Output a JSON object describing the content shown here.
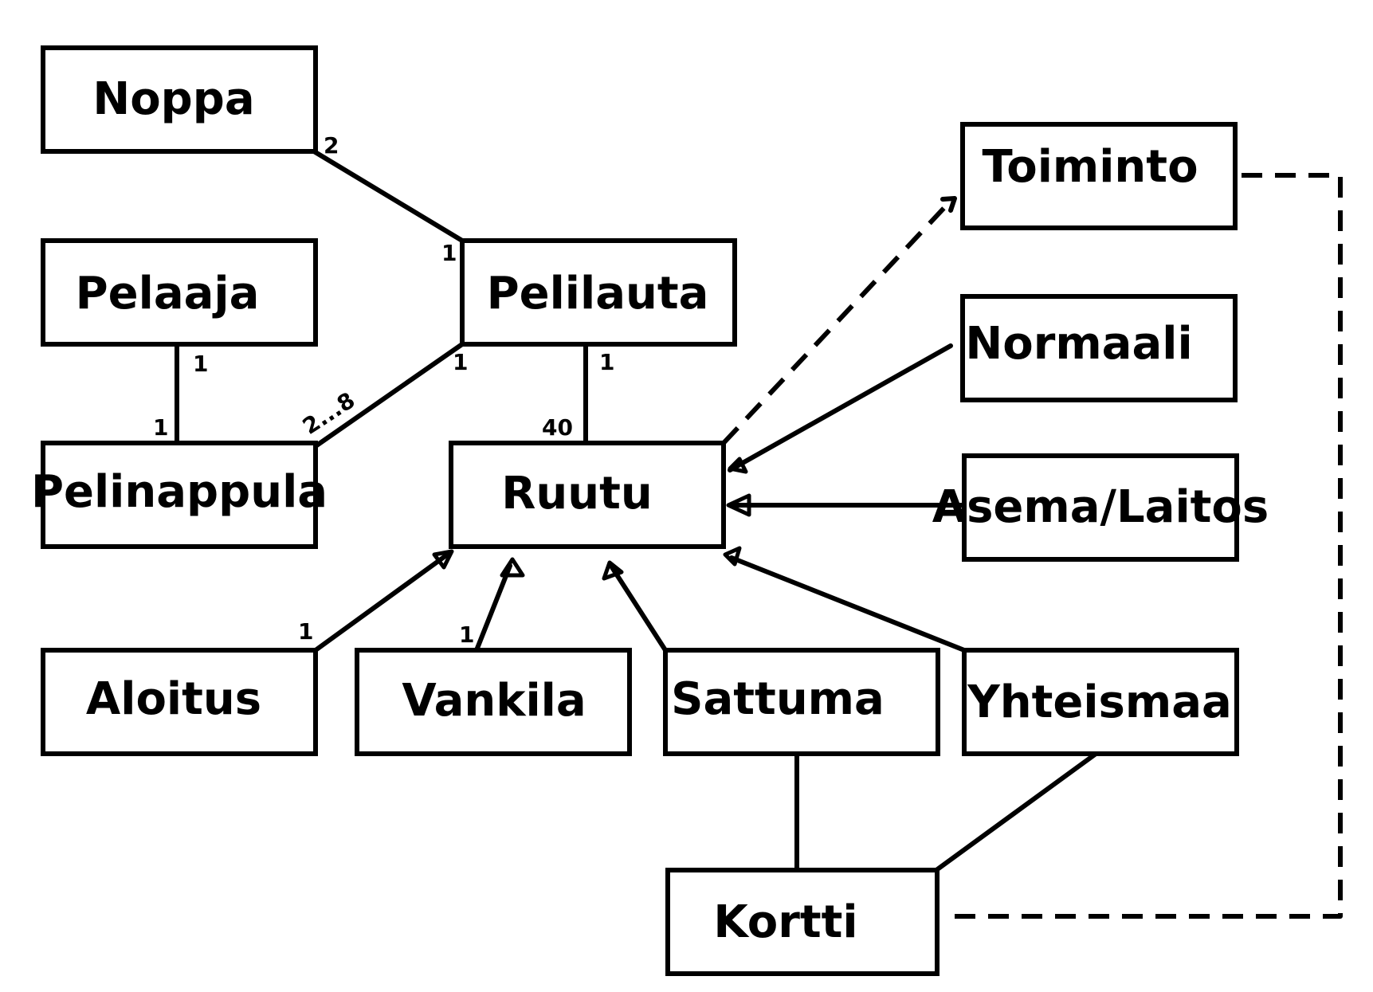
{
  "diagram": {
    "classes": {
      "noppa": "Noppa",
      "pelaaja": "Pelaaja",
      "pelilauta": "Pelilauta",
      "pelinappula": "Pelinappula",
      "ruutu": "Ruutu",
      "toiminto": "Toiminto",
      "normaali": "Normaali",
      "asema_laitos": "Asema/Laitos",
      "aloitus": "Aloitus",
      "vankila": "Vankila",
      "sattuma": "Sattuma",
      "yhteismaa": "Yhteismaa",
      "kortti": "Kortti"
    },
    "multiplicities": {
      "noppa_side": "2",
      "pelilauta_noppa_side": "1",
      "pelaaja_side": "1",
      "pelinappula_pelaaja_side": "1",
      "pelinappula_side": "2...8",
      "pelilauta_pelinappula_side": "1",
      "pelilauta_ruutu_side": "1",
      "ruutu_side": "40",
      "aloitus_side": "1",
      "vankila_side": "1"
    }
  }
}
